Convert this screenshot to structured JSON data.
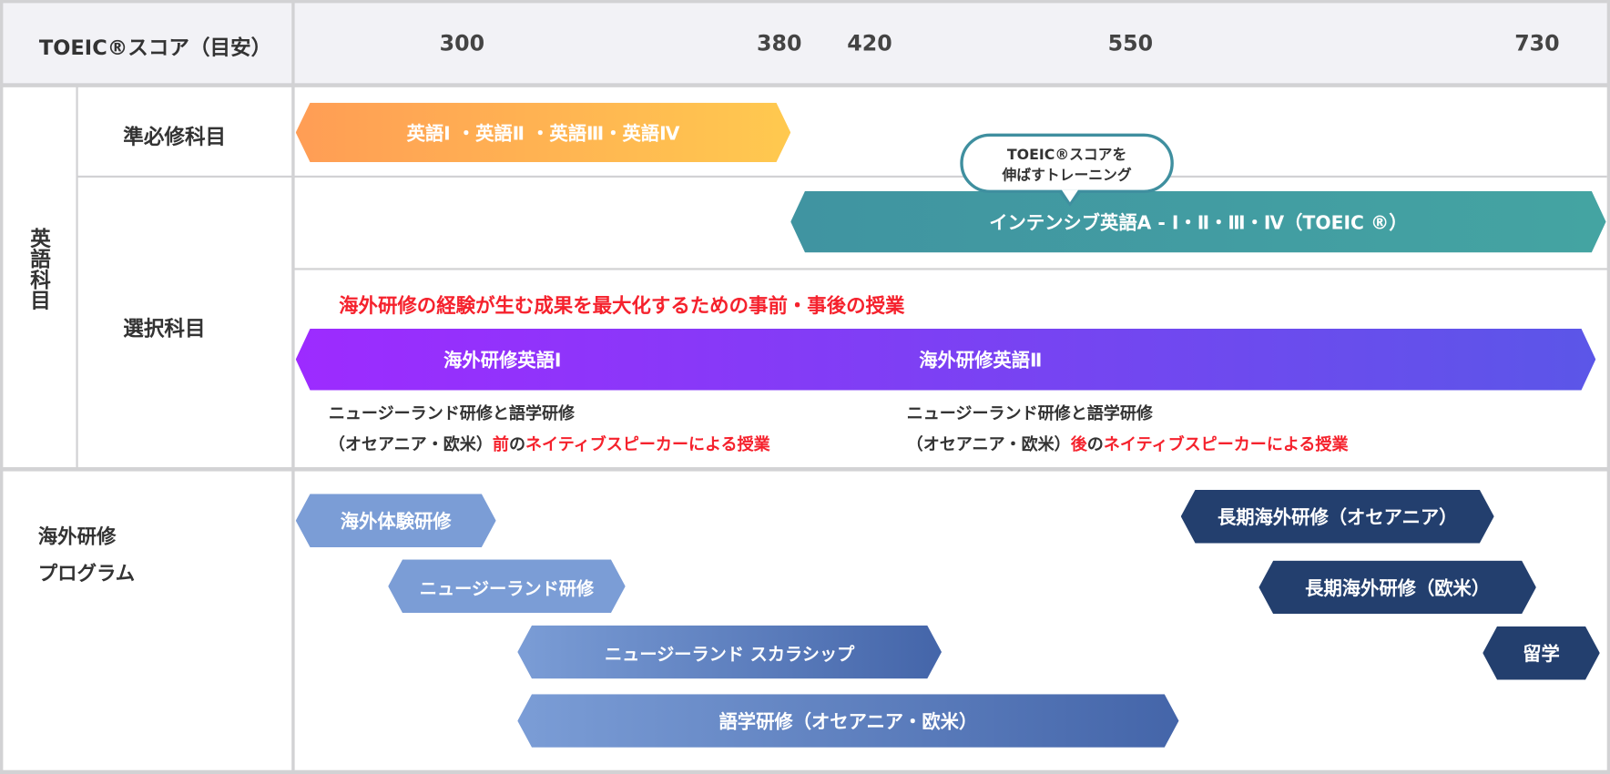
{
  "header": {
    "label": "TOEIC®スコア（目安）",
    "scores": [
      "300",
      "380",
      "420",
      "550",
      "730"
    ]
  },
  "section_english": {
    "label": "英語科目",
    "required": {
      "label": "準必修科目",
      "bar": "英語Ⅰ ・英語Ⅱ ・英語Ⅲ・英語Ⅳ"
    },
    "elective": {
      "label": "選択科目",
      "bubble_line1": "TOEIC®スコアを",
      "bubble_line2": "伸ばすトレーニング",
      "intensive_bar": "インテンシブ英語A - Ⅰ・Ⅱ・Ⅲ・Ⅳ（TOEIC ®）",
      "note": "海外研修の経験が生む成果を最大化するための事前・事後の授業",
      "overseas_1": "海外研修英語Ⅰ",
      "overseas_2": "海外研修英語Ⅱ",
      "desc1_line1": "ニュージーランド研修と語学研修",
      "desc1_line2a": "（オセアニア・欧米）",
      "desc1_line2b": "前",
      "desc1_line2c": "の",
      "desc1_line2d": "ネイティブスピーカーによる授業",
      "desc2_line1": "ニュージーランド研修と語学研修",
      "desc2_line2a": "（オセアニア・欧米）",
      "desc2_line2b": "後",
      "desc2_line2c": "の",
      "desc2_line2d": "ネイティブスピーカーによる授業"
    }
  },
  "section_programs": {
    "label_line1": "海外研修",
    "label_line2": "プログラム",
    "bars": [
      "海外体験研修",
      "ニュージーランド研修",
      "ニュージーランド スカラシップ",
      "語学研修（オセアニア・欧米）",
      "長期海外研修（オセアニア）",
      "長期海外研修（欧米）",
      "留学"
    ]
  },
  "colors": {
    "orange_start": "#ff9d55",
    "orange_end": "#ffc94f",
    "teal": "#4297a2",
    "purple_start": "#9d2bff",
    "purple_end": "#5b56e8",
    "light_blue": "#7b9dd6",
    "dark_blue": "#4465a9",
    "navy": "#233f6e",
    "red": "#f5222d"
  }
}
